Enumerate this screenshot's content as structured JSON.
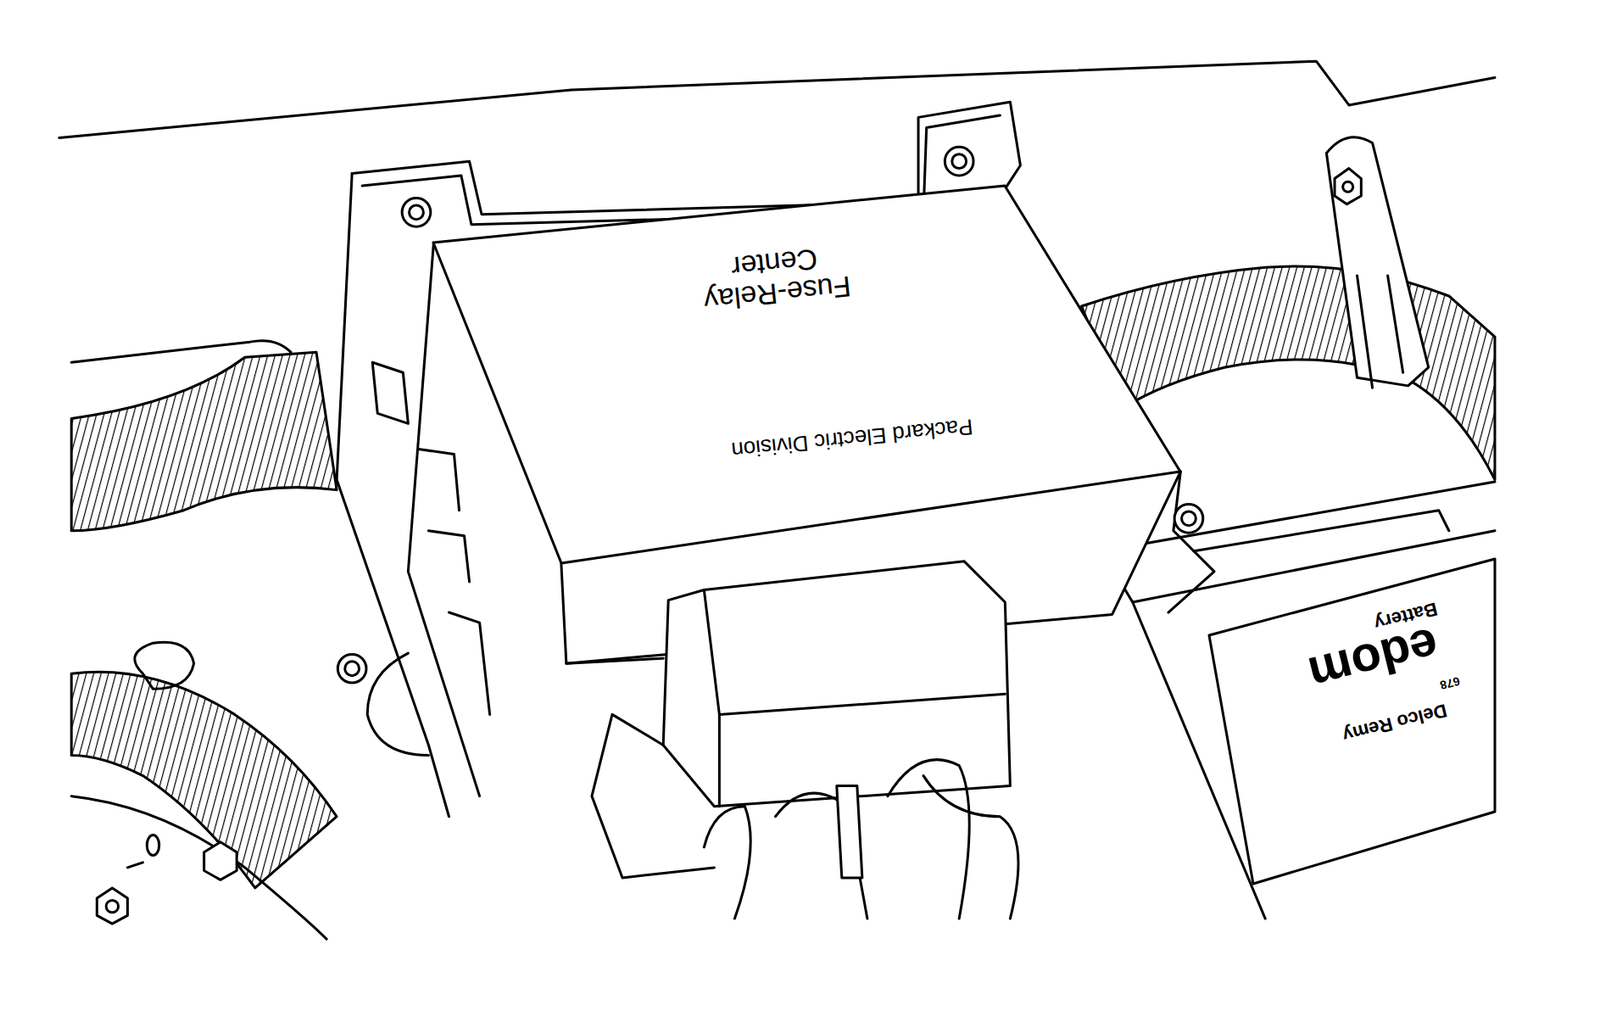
{
  "diagram": {
    "nodes": [
      {
        "text": [
          "Fuse-Relay Center",
          "Packard Electric Division"
        ]
      },
      {
        "text": [
          "Battery",
          "edom",
          "678",
          "Delco Remy"
        ]
      }
    ]
  }
}
